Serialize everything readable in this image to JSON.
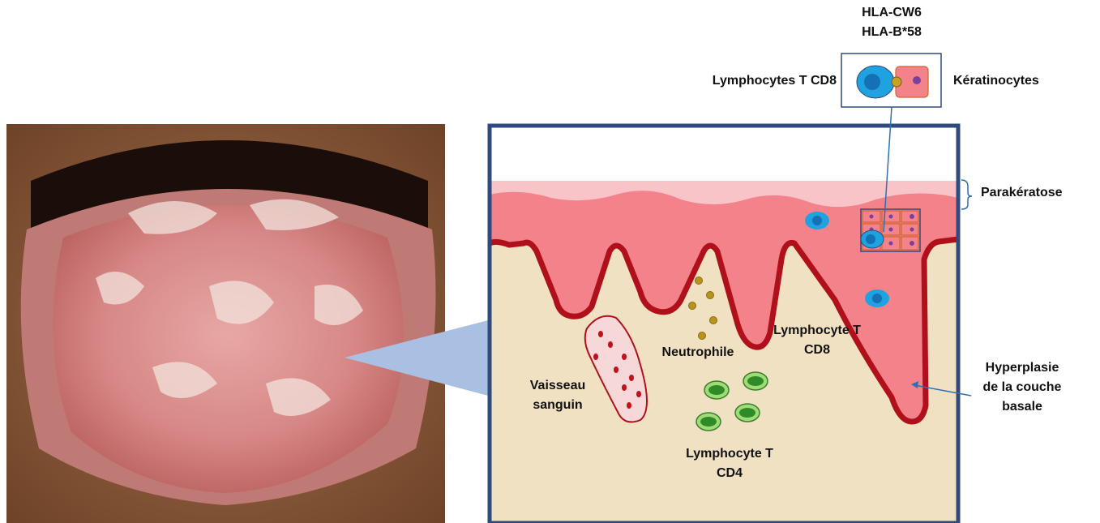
{
  "labels": {
    "hla": "HLA-CW6\nHLA-B*58",
    "cd8_inset": "Lymphocytes T CD8",
    "keratinocytes": "Kératinocytes",
    "parakeratosis": "Parakératose",
    "neutrophil": "Neutrophile",
    "cd8_tissue": "Lymphocyte T\nCD8",
    "vessel": "Vaisseau\nsanguin",
    "cd4": "Lymphocyte T\nCD4",
    "hyperplasia": "Hyperplasie\nde la couche\nbasale"
  },
  "colors": {
    "frame": "#2f4a7c",
    "epidermis": "#f4828a",
    "parakeratosis_layer": "#f8c4c8",
    "basal_line": "#b0101a",
    "dermis": "#f0e1c2",
    "cd8_cell": "#1fa3e0",
    "cd4_cell": "#3aa534",
    "neutrophil": "#b8931e",
    "vessel_fill": "#f6d8d8",
    "callout": "#a9c0e2"
  }
}
